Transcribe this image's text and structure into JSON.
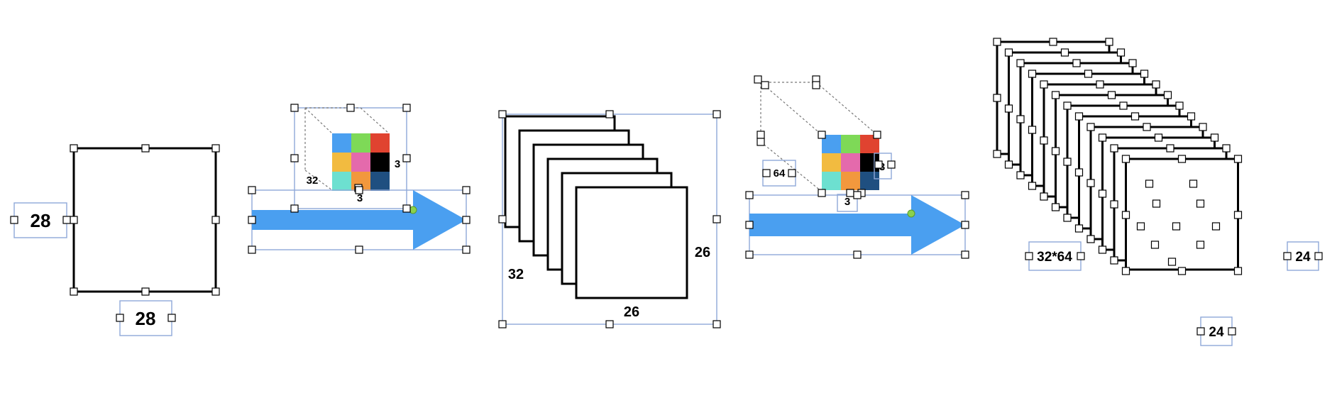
{
  "colors": {
    "stroke": "#000000",
    "selection": "#8fa8d8",
    "arrow": "#4a9ff0",
    "connector": "#8ad14e",
    "kernel_grid": [
      "#4a9ff0",
      "#7ed957",
      "#e04330",
      "#f2bb40",
      "#e46aac",
      "#000000",
      "#6de0d0",
      "#f2983d",
      "#1f4f80"
    ]
  },
  "input": {
    "width_label": "28",
    "height_label": "28"
  },
  "conv1": {
    "kernel_depth_label": "3",
    "kernel_width_label": "3",
    "kernel_count_label": "32"
  },
  "feature_maps_1": {
    "count_label": "32",
    "width_label": "26",
    "height_label": "26"
  },
  "conv2": {
    "kernel_count_label": "64",
    "kernel_depth_label": "3",
    "kernel_width_label": "3"
  },
  "feature_maps_2": {
    "count_label": "32*64",
    "width_label": "24",
    "height_label": "24"
  }
}
